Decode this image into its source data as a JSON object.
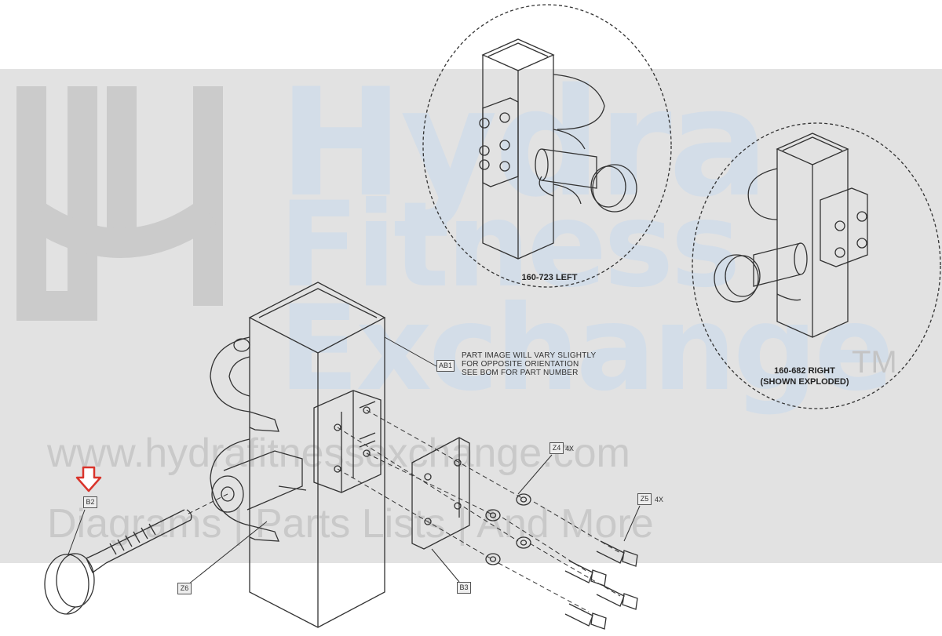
{
  "watermark": {
    "line1": "Hydra",
    "line2": "Fitness",
    "line3": "Exchange",
    "trademark": "TM",
    "url": "www.hydrafitnessexchange.com",
    "tagline": "Diagrams | Parts Lists | And More",
    "logo_letter": "H"
  },
  "notes": {
    "line1": "PART IMAGE WILL VARY SLIGHTLY",
    "line2": "FOR OPPOSITE ORIENTATION",
    "line3": "SEE BOM FOR PART NUMBER"
  },
  "views": {
    "left_label": "160-723 LEFT",
    "right_label_line1": "160-682 RIGHT",
    "right_label_line2": "(SHOWN EXPLODED)"
  },
  "callouts": {
    "ab1": "AB1",
    "z4": "Z4",
    "z4_qty": "4X",
    "z5": "Z5",
    "z5_qty": "4X",
    "b2": "B2",
    "z6": "Z6",
    "b3": "B3"
  },
  "colors": {
    "line": "#333333",
    "highlight_arrow": "#d9342b"
  }
}
